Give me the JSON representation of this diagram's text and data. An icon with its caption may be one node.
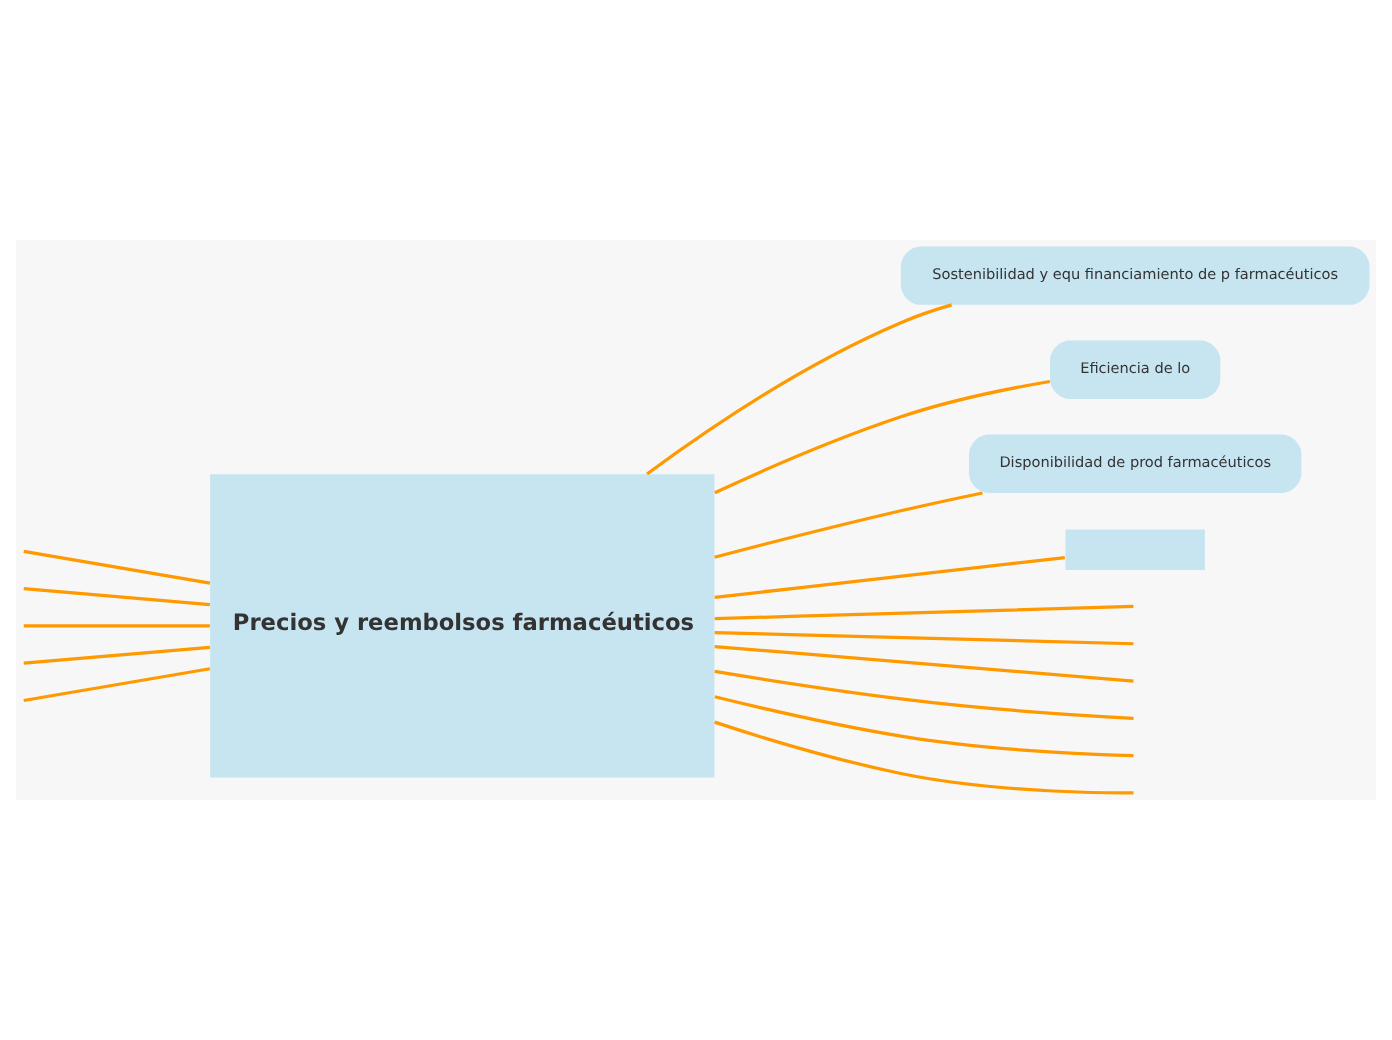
{
  "diagram": {
    "nodes": [
      {
        "text": [
          "Precios y reembolsos farmacéuticos"
        ]
      },
      {
        "text": [
          "Sostenibilidad y equ financiamiento de p farmacéuticos"
        ]
      },
      {
        "text": [
          "Eficiencia de lo"
        ]
      },
      {
        "text": [
          "Disponibilidad de prod farmacéuticos"
        ]
      },
      {
        "text": [],
        "shape": "box"
      }
    ],
    "edges": [
      {
        "from": 0,
        "to": null,
        "arrow": "none"
      },
      {
        "from": 0,
        "to": null,
        "arrow": "none"
      },
      {
        "from": 0,
        "to": null,
        "arrow": "none"
      },
      {
        "from": 0,
        "to": null,
        "arrow": "none"
      },
      {
        "from": 0,
        "to": null,
        "arrow": "none"
      },
      {
        "from": 0,
        "to": null,
        "arrow": "none"
      },
      {
        "from": 0,
        "to": 1,
        "arrow": "none"
      },
      {
        "from": 0,
        "to": 2,
        "arrow": "none"
      },
      {
        "from": 0,
        "to": 3,
        "arrow": "none"
      },
      {
        "from": 0,
        "to": 4,
        "arrow": "none"
      },
      {
        "from": 0,
        "to": null,
        "arrow": "none"
      },
      {
        "from": 0,
        "to": null,
        "arrow": "none"
      },
      {
        "from": 0,
        "to": null,
        "arrow": "none"
      },
      {
        "from": 0,
        "to": null,
        "arrow": "none"
      },
      {
        "from": 0,
        "to": null,
        "arrow": "none"
      }
    ]
  }
}
